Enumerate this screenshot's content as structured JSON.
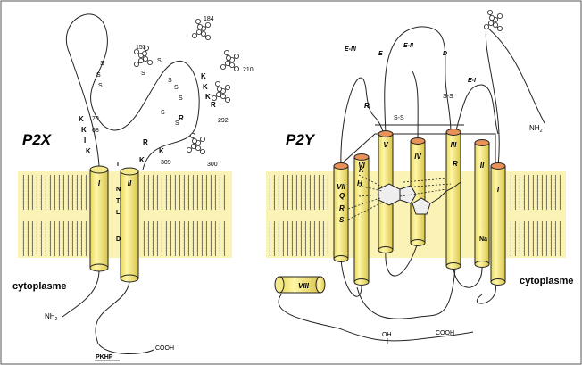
{
  "p2x": {
    "title": "P2X",
    "cytoplasm": "cytoplasme",
    "helix_labels": [
      "I",
      "II"
    ],
    "lysines_left": [
      "K",
      "K",
      "I",
      "K"
    ],
    "lysine_numbers": [
      "70",
      "68"
    ],
    "inner_loop_residues": [
      "I",
      "N",
      "T",
      "L",
      "D"
    ],
    "n_terminus": "NH",
    "n_terminus_sub": "2",
    "c_terminus": "COOH",
    "c_motif": "PKHP",
    "glyco_numbers": [
      "153",
      "184",
      "210",
      "292",
      "309",
      "300"
    ],
    "loop_residues": [
      "K",
      "K",
      "K",
      "R",
      "R",
      "K",
      "R",
      "K"
    ],
    "cysteine": "S"
  },
  "p2y": {
    "title": "P2Y",
    "cytoplasm": "cytoplasme",
    "helix_labels": [
      "I",
      "II",
      "III",
      "IV",
      "V",
      "VI",
      "VII",
      "VIII"
    ],
    "extracellular_loops": [
      "E-III",
      "E",
      "E-II",
      "D",
      "E-I"
    ],
    "disulfide": "S-S",
    "loop_residue_R": "R",
    "binding_residues": [
      "K",
      "H",
      "Q",
      "R",
      "S",
      "R"
    ],
    "sodium": "Na",
    "n_terminus": "NH",
    "n_terminus_sub": "2",
    "c_terminus": "COOH",
    "hydroxyl": "OH"
  }
}
